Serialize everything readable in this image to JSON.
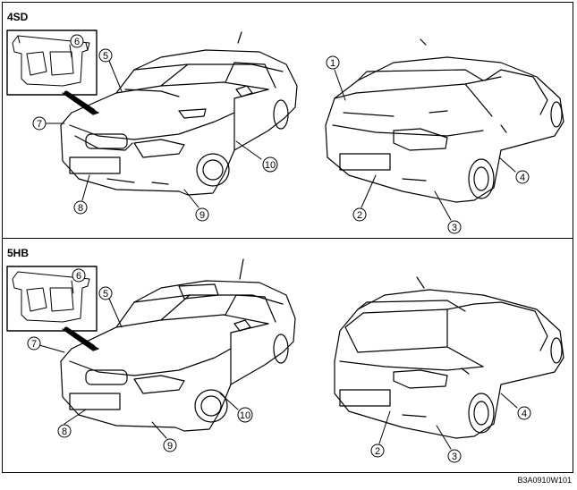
{
  "sections": [
    {
      "label": "4SD"
    },
    {
      "label": "5HB"
    }
  ],
  "callouts": [
    "1",
    "2",
    "3",
    "4",
    "5",
    "6",
    "7",
    "8",
    "9",
    "10"
  ],
  "figure_code": "B3A0910W101"
}
